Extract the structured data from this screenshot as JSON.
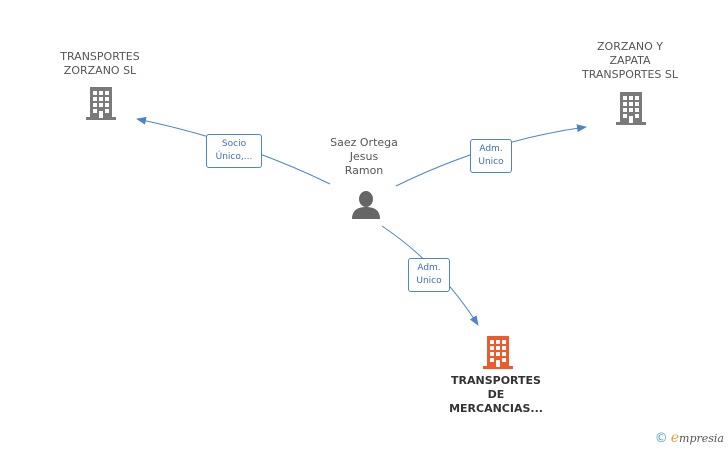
{
  "nodes": {
    "person": {
      "lines": [
        "Saez Ortega",
        "Jesus",
        "Ramon"
      ]
    },
    "company_left": {
      "lines": [
        "TRANSPORTES",
        "ZORZANO SL"
      ]
    },
    "company_right": {
      "lines": [
        "ZORZANO Y",
        "ZAPATA",
        "TRANSPORTES SL"
      ]
    },
    "company_main": {
      "lines": [
        "TRANSPORTES",
        "DE",
        "MERCANCIAS..."
      ]
    }
  },
  "edges": {
    "left": {
      "lines": [
        "Socio",
        "Único,..."
      ]
    },
    "right": {
      "lines": [
        "Adm.",
        "Unico"
      ]
    },
    "bottom": {
      "lines": [
        "Adm.",
        "Unico"
      ]
    }
  },
  "colors": {
    "edge": "#4a86c8",
    "building": "#7a7a7a",
    "building_main": "#f05a2a",
    "person": "#666666"
  },
  "icons": {
    "company": "building-icon",
    "person": "person-icon"
  },
  "footer": {
    "copyright": "©",
    "brand_initial": "e",
    "brand_rest": "mpresia"
  }
}
